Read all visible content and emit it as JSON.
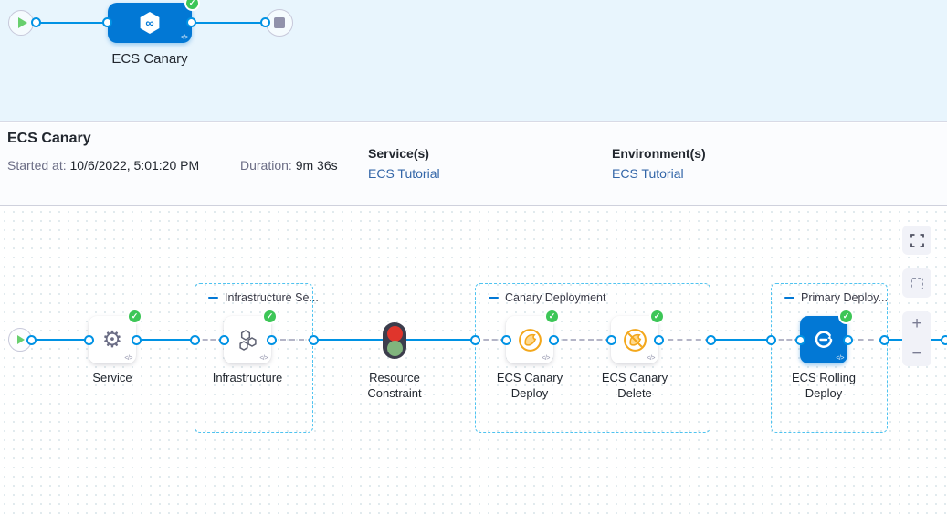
{
  "top_band": {
    "stage_label": "ECS Canary"
  },
  "header": {
    "title": "ECS Canary",
    "started_label": "Started at:",
    "started_value": "10/6/2022, 5:01:20 PM",
    "duration_label": "Duration:",
    "duration_value": "9m 36s",
    "services_label": "Service(s)",
    "services_link": "ECS Tutorial",
    "environments_label": "Environment(s)",
    "environments_link": "ECS Tutorial"
  },
  "canvas": {
    "groups": {
      "infrastructure": {
        "label": "Infrastructure Se..."
      },
      "canary": {
        "label": "Canary Deployment"
      },
      "primary": {
        "label": "Primary Deploy..."
      }
    },
    "nodes": {
      "service": {
        "label": "Service",
        "status": "success"
      },
      "infrastructure": {
        "label": "Infrastructure",
        "status": "success"
      },
      "resource_constraint": {
        "label": "Resource Constraint"
      },
      "canary_deploy": {
        "label": "ECS Canary Deploy",
        "status": "success"
      },
      "canary_delete": {
        "label": "ECS Canary Delete",
        "status": "success"
      },
      "rolling_deploy": {
        "label": "ECS Rolling Deploy",
        "status": "success"
      }
    },
    "controls": {
      "zoom_in": "+",
      "zoom_out": "−"
    }
  },
  "icons": {
    "check": "✓",
    "gear": "⚙",
    "code": "</>",
    "infinity": "∞"
  },
  "colors": {
    "accent_blue": "#0278d5",
    "edge_blue": "#0092e4",
    "success_green": "#3dc657",
    "group_border": "#4fc3f0",
    "canary_orange": "#f3a71b",
    "traffic_red": "#e0352c",
    "traffic_green": "#80b47d",
    "link_blue": "#3366a8",
    "band_bg": "#e8f5fd"
  }
}
